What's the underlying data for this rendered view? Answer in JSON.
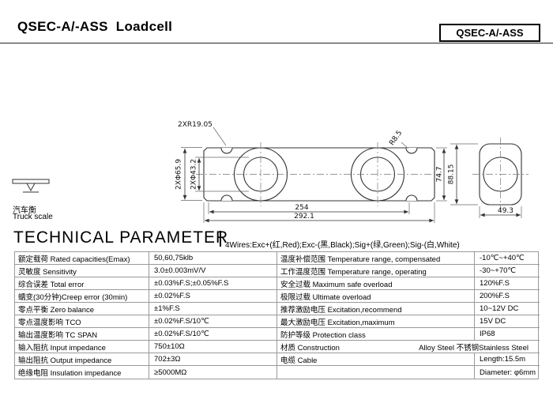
{
  "header": {
    "title": "QSEC-A/-ASS  Loadcell",
    "badge": "QSEC-A/-ASS"
  },
  "drawing": {
    "dims": {
      "r19": "2XR19.05",
      "d65": "2XΦ65.9",
      "d43": "2XΦ43.2",
      "r85": "R8.5",
      "len254": "254",
      "len292": "292.1",
      "h74": "74.7",
      "h88": "88.15",
      "w49": "49.3"
    },
    "truck_cn": "汽车衡",
    "truck_en": "Truck scale"
  },
  "tech": {
    "title": "TECHNICAL PARAMETER",
    "wires": "4Wires:Exc+(红,Red);Exc-(黑,Black);Sig+(绿,Green);Sig-(白,White)"
  },
  "colors": {
    "ink": "#000000",
    "drawing_line": "#333333",
    "table_border": "#9a9a9a"
  },
  "table": {
    "left": [
      {
        "label": "额定载荷 Rated capacities(Emax)",
        "value": "50,60,75klb"
      },
      {
        "label": "灵敏度 Sensitivity",
        "value": "3.0±0.003mV/V"
      },
      {
        "label": "综合误差 Total error",
        "value": "±0.03%F.S;±0.05%F.S"
      },
      {
        "label": "蠕变(30分钟)Creep error (30min)",
        "value": "±0.02%F.S"
      },
      {
        "label": "零点平衡 Zero balance",
        "value": "±1%F.S"
      },
      {
        "label": "零点温度影响 TCO",
        "value": "±0.02%F.S/10℃"
      },
      {
        "label": "输出温度影响 TC SPAN",
        "value": "±0.02%F.S/10℃"
      },
      {
        "label": "输入阻抗 Input  impedance",
        "value": "750±10Ω"
      },
      {
        "label": "输出阻抗 Output  impedance",
        "value": "702±3Ω"
      },
      {
        "label": "绝缘电阻 Insulation impedance",
        "value": "≥5000MΩ"
      }
    ],
    "right": [
      {
        "label": "温度补偿范围 Temperature range, compensated",
        "value": "-10℃~+40℃"
      },
      {
        "label": "工作温度范围 Temperature range, operating",
        "value": "-30~+70℃"
      },
      {
        "label": "安全过载  Maximum safe overload",
        "value": "120%F.S"
      },
      {
        "label": "极限过载  Ultimate overload",
        "value": "200%F.S"
      },
      {
        "label": "推荐激励电压 Excitation,recommend",
        "value": "10~12V DC"
      },
      {
        "label": "最大激励电压 Excitation,maximum",
        "value": "15V DC"
      },
      {
        "label": "防护等级  Protection class",
        "value": "IP68"
      },
      {
        "label": "材质  Construction",
        "value": "Alloy Steel  不锈钢Stainless Steel"
      },
      {
        "label": "电缆  Cable",
        "value": "Length:15.5m"
      },
      {
        "label": "",
        "value": "Diameter: φ6mm"
      }
    ]
  }
}
